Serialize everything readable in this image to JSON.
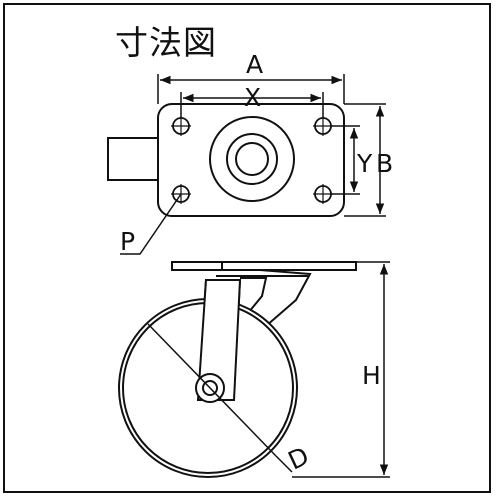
{
  "title": "寸法図",
  "labels": {
    "a": "A",
    "x": "X",
    "y": "Y",
    "b": "B",
    "p": "P",
    "h": "H",
    "d": "D"
  },
  "colors": {
    "line": "#111111",
    "background": "#ffffff"
  }
}
